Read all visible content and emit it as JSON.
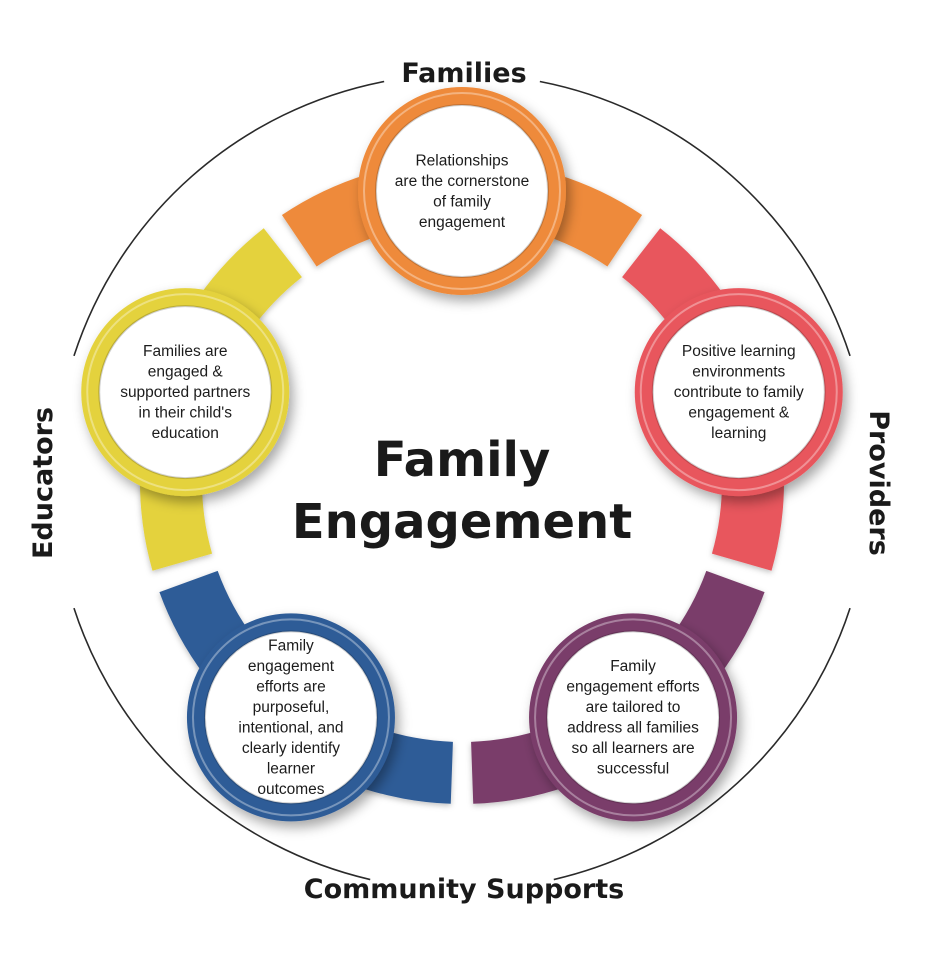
{
  "title": "Family Engagement",
  "title_lines": [
    "Family",
    "Engagement"
  ],
  "perspectives": {
    "top": "Families",
    "right": "Providers",
    "bottom": "Community Supports",
    "left": "Educators"
  },
  "nodes": [
    {
      "color": "#EE8A3A",
      "lines": [
        "Relationships",
        "are the cornerstone",
        "of family",
        "engagement"
      ]
    },
    {
      "color": "#E8575D",
      "lines": [
        "Positive learning",
        "environments",
        "contribute to family",
        "engagement &",
        "learning"
      ]
    },
    {
      "color": "#7A3C6A",
      "lines": [
        "Family",
        "engagement efforts",
        "are tailored to",
        "address all families",
        "so all learners are",
        "successful"
      ]
    },
    {
      "color": "#2F5B97",
      "lines": [
        "Family",
        "engagement",
        "efforts are",
        "purposeful,",
        "intentional, and",
        "clearly identify",
        "learner",
        "outcomes"
      ]
    },
    {
      "color": "#E4D23E",
      "lines": [
        "Families are",
        "engaged &",
        "supported partners",
        "in their child's",
        "education"
      ]
    }
  ],
  "ring_colors": [
    "#EE8A3A",
    "#E8575D",
    "#7A3C6A",
    "#2F5B97",
    "#E4D23E"
  ]
}
